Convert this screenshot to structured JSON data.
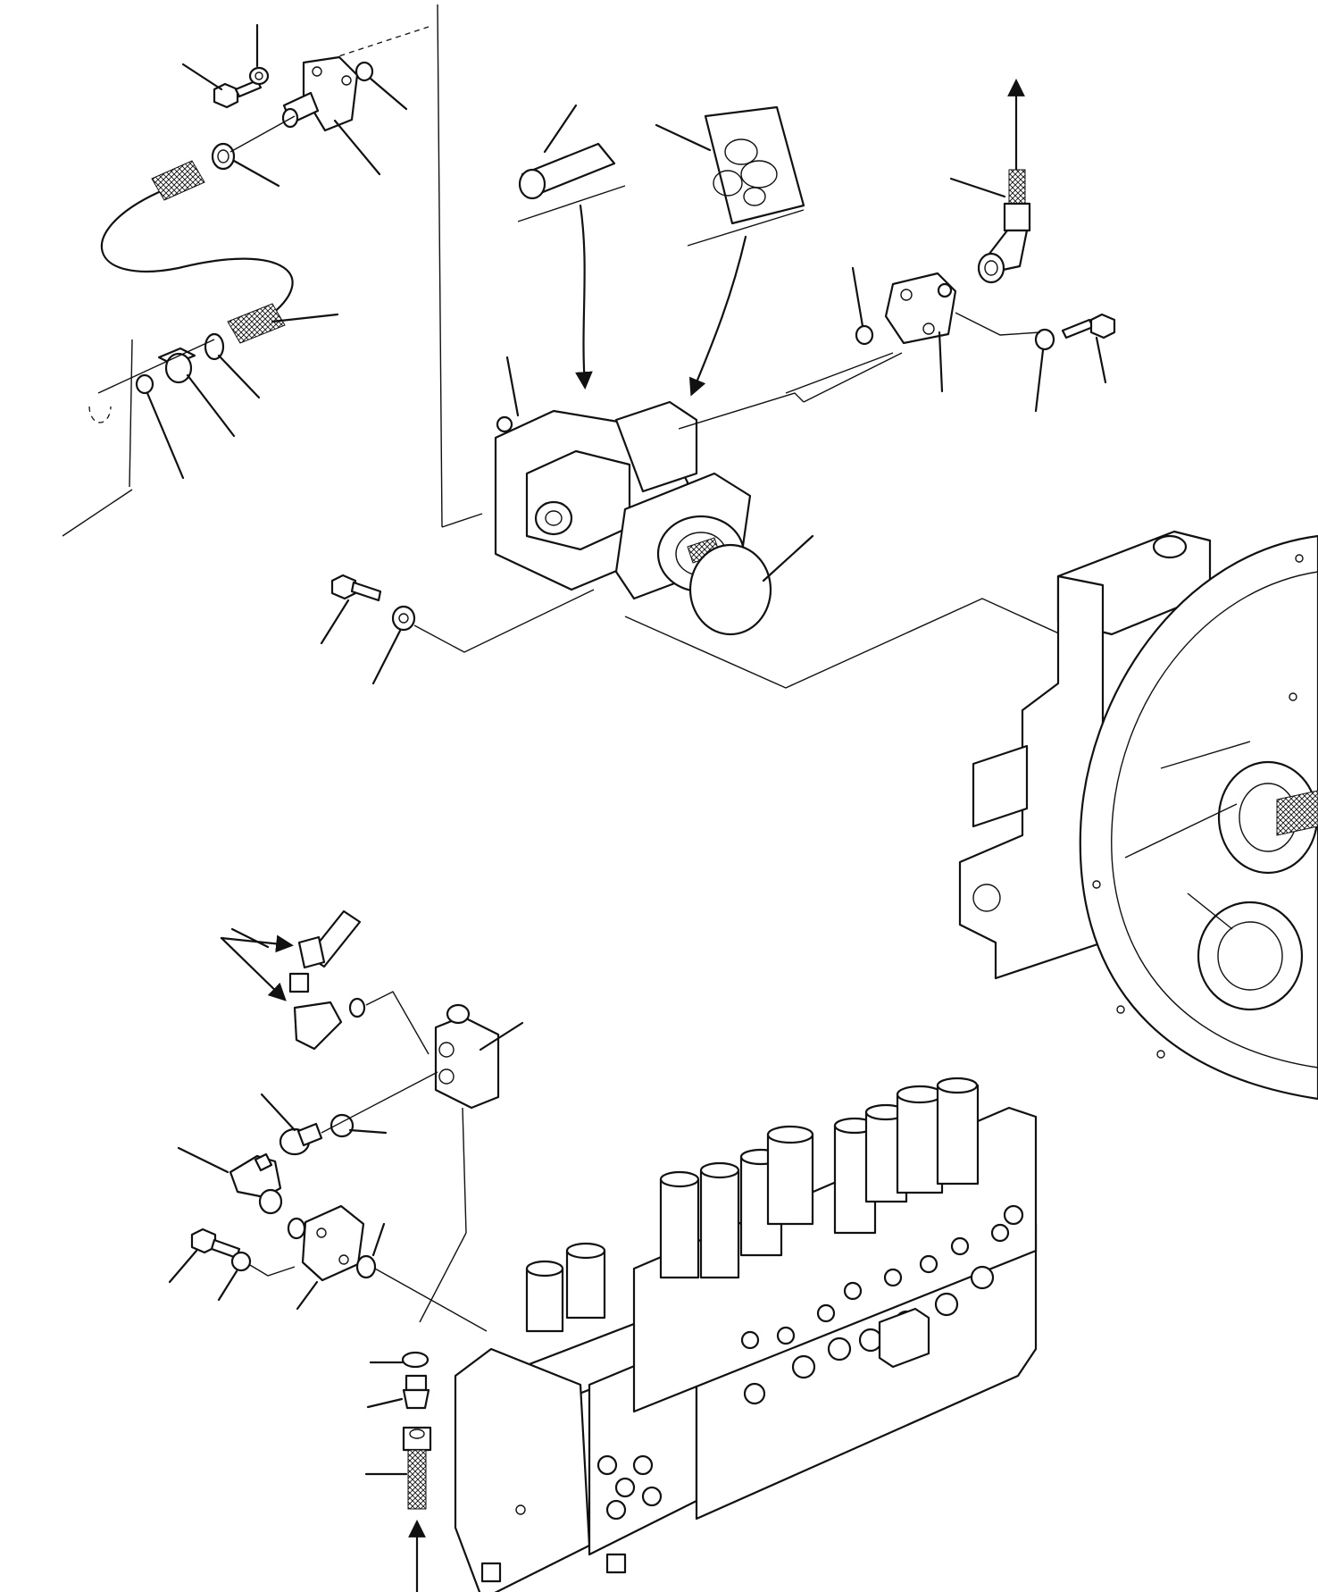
{
  "diagram": {
    "type": "exploded-parts-view",
    "groups": [
      {
        "id": "sensor-assembly",
        "parts": [
          "bolt",
          "washer",
          "flange",
          "o-ring",
          "connector",
          "hose",
          "elbow"
        ]
      },
      {
        "id": "gear-pump",
        "parts": [
          "gear-pump",
          "o-ring",
          "bolt",
          "washer",
          "plug",
          "seal-kit"
        ]
      },
      {
        "id": "pressure-port",
        "parts": [
          "o-ring",
          "flange",
          "elbow-hose",
          "washer",
          "bolt"
        ]
      },
      {
        "id": "engine-flywheel-housing",
        "parts": [
          "housing",
          "flywheel",
          "shaft"
        ]
      },
      {
        "id": "control-valve",
        "parts": [
          "block",
          "check-valve",
          "elbow",
          "adapter",
          "flange",
          "o-ring",
          "bolt",
          "washer",
          "nipple",
          "hose"
        ]
      }
    ],
    "colors": {
      "line": "#111111",
      "background": "#ffffff"
    }
  }
}
